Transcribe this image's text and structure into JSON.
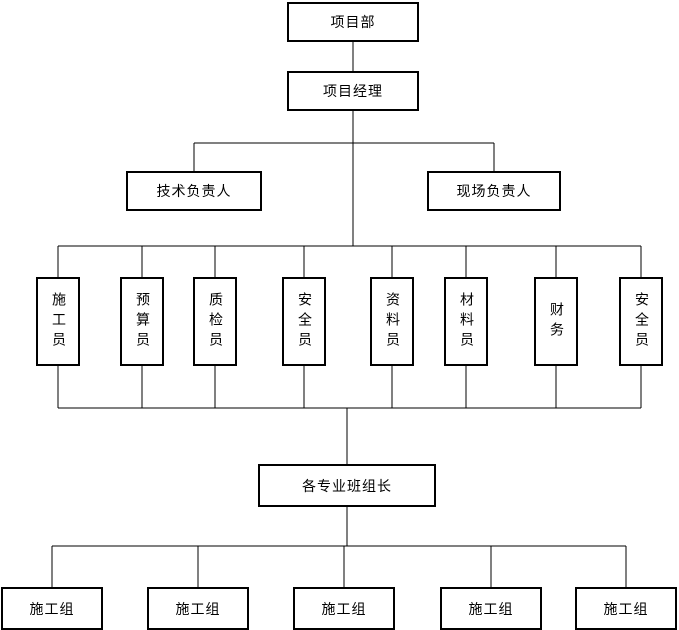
{
  "org_chart": {
    "top": "项目部",
    "manager": "项目经理",
    "deputies": {
      "technical": "技术负责人",
      "site": "现场负责人"
    },
    "staff": [
      "施工员",
      "预算员",
      "质检员",
      "安全员",
      "资料员",
      "材料员",
      "财务",
      "安全员"
    ],
    "team_leaders": "各专业班组长",
    "groups": [
      "施工组",
      "施工组",
      "施工组",
      "施工组",
      "施工组"
    ]
  }
}
